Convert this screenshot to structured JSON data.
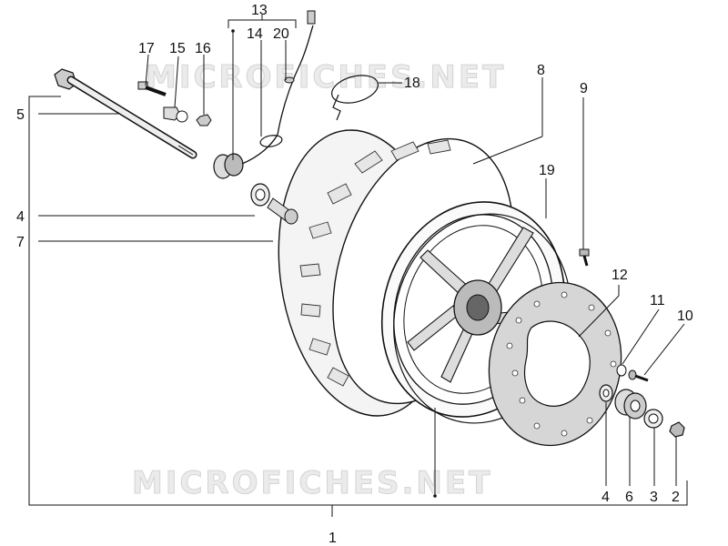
{
  "watermark": "MICROFICHES.NET",
  "callouts": {
    "c1": "1",
    "c2": "2",
    "c3": "3",
    "c4a": "4",
    "c4b": "4",
    "c5": "5",
    "c6": "6",
    "c7": "7",
    "c8": "8",
    "c9": "9",
    "c10": "10",
    "c11": "11",
    "c12": "12",
    "c13": "13",
    "c14": "14",
    "c15": "15",
    "c16": "16",
    "c17": "17",
    "c18": "18",
    "c19": "19",
    "c20": "20"
  }
}
